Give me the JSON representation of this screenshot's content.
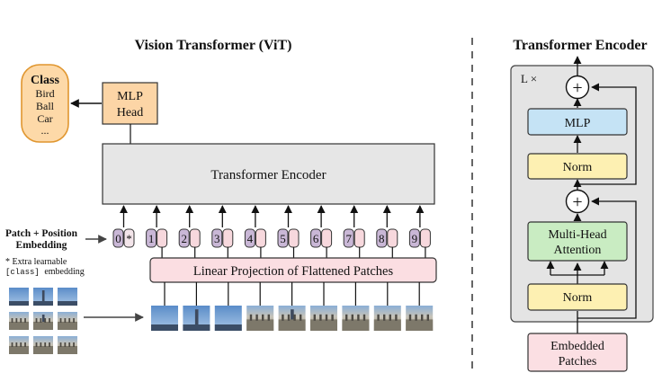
{
  "vit": {
    "title": "Vision Transformer (ViT)",
    "class_box": {
      "title": "Class",
      "items": [
        "Bird",
        "Ball",
        "Car",
        "..."
      ]
    },
    "mlp_head": [
      "MLP",
      "Head"
    ],
    "transformer_encoder": "Transformer Encoder",
    "patch_position_label": [
      "Patch + Position",
      "Embedding"
    ],
    "extra_note_line1": "* Extra learnable",
    "extra_note_class": "[class]",
    "extra_note_rest": "embedding",
    "token_numbers": [
      "0",
      "1",
      "2",
      "3",
      "4",
      "5",
      "6",
      "7",
      "8",
      "9"
    ],
    "class_token_star": "*",
    "linear_projection": "Linear Projection of Flattened Patches"
  },
  "encoder": {
    "title": "Transformer Encoder",
    "repeat_label": "L ×",
    "plus_symbol": "+",
    "mlp": "MLP",
    "norm_top": "Norm",
    "multi_head_attention": [
      "Multi-Head",
      "Attention"
    ],
    "norm_bottom": "Norm",
    "embedded_patches": [
      "Embedded",
      "Patches"
    ]
  },
  "colors": {
    "class_fill": "#fdd9a8",
    "class_stroke": "#e0962f",
    "mlp_head_fill": "#fcd5a6",
    "encoder_fill": "#e6e6e6",
    "position_fill": "#c9b7d6",
    "patch_fill": "#f7d8dd",
    "projection_fill": "#fbdee2",
    "mlp_fill": "#c5e3f5",
    "norm_fill": "#fdf0b2",
    "attention_fill": "#c9ecc2",
    "outer_box_fill": "#e4e4e4",
    "embedded_fill": "#fbdfe3"
  },
  "icons": [
    "right-arrow-icon",
    "plus-circle-icon",
    "image-patch-icon"
  ]
}
